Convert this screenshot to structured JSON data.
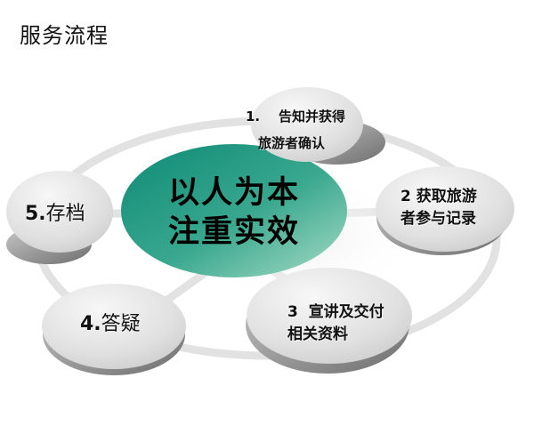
{
  "title": "服务流程",
  "center": {
    "line1": "以人为本",
    "line2": "注重实效",
    "color": "#1a8f7a"
  },
  "steps": [
    {
      "number": "1.",
      "line1": "告知并获得",
      "line2": "旅游者确认"
    },
    {
      "number": "2",
      "line1": "获取旅游",
      "line2": "者参与记录"
    },
    {
      "number": "3",
      "line1": "宣讲及交付",
      "line2": "相关资料"
    },
    {
      "number": "4.",
      "line1": "答疑"
    },
    {
      "number": "5.",
      "line1": "存档"
    }
  ],
  "colors": {
    "node_fill": "#e6e6e6",
    "node_shadow": "#8a8a8a",
    "ring": "#e4e4e4"
  }
}
